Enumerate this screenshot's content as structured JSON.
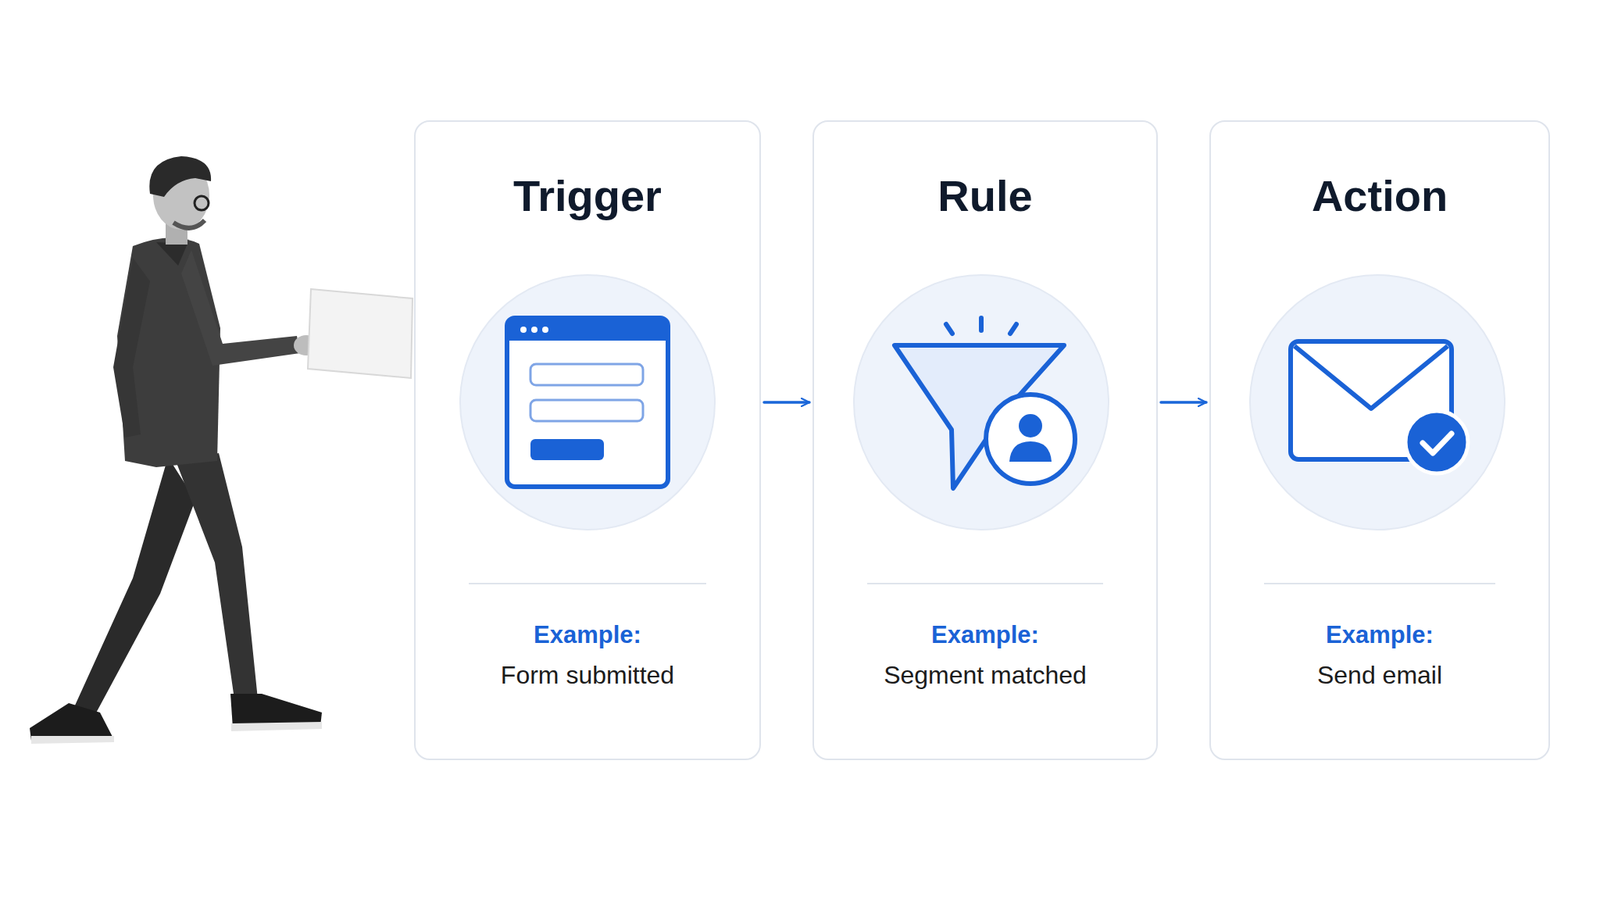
{
  "diagram": {
    "nodes": [
      {
        "text": [
          "Trigger",
          "Example:",
          "Form submitted"
        ]
      },
      {
        "text": [
          "Rule",
          "Example:",
          "Segment matched"
        ]
      },
      {
        "text": [
          "Action",
          "Example:",
          "Send email"
        ]
      }
    ],
    "edges": [
      {
        "from": 0,
        "to": 1,
        "arrow": "to"
      },
      {
        "from": 1,
        "to": 2,
        "arrow": "to"
      }
    ]
  }
}
